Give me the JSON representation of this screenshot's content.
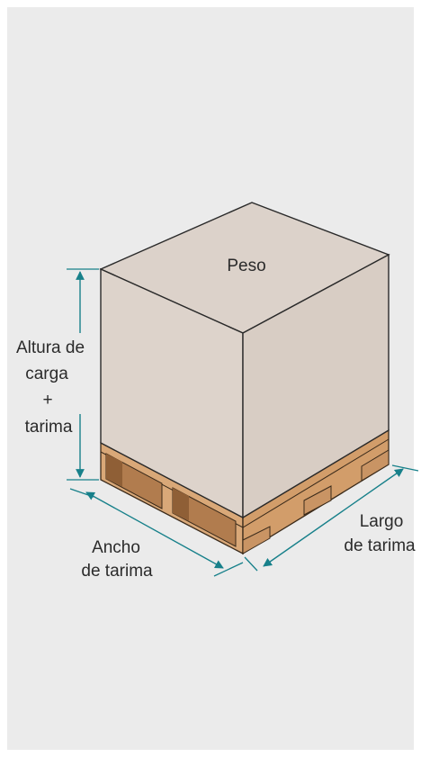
{
  "labels": {
    "top_face": "Peso",
    "height_line1": "Altura de",
    "height_line2": "carga",
    "height_line3": "+",
    "height_line4": "tarima",
    "width_line1": "Ancho",
    "width_line2": "de tarima",
    "length_line1": "Largo",
    "length_line2": "de tarima"
  },
  "colors": {
    "background": "#ebebeb",
    "box_front": "#ddd3cb",
    "box_side": "#d8cdc4",
    "box_top": "#dcd2ca",
    "pallet_wood": "#d9a878",
    "pallet_dark": "#c08a5a",
    "dimension_line": "#17808a"
  }
}
